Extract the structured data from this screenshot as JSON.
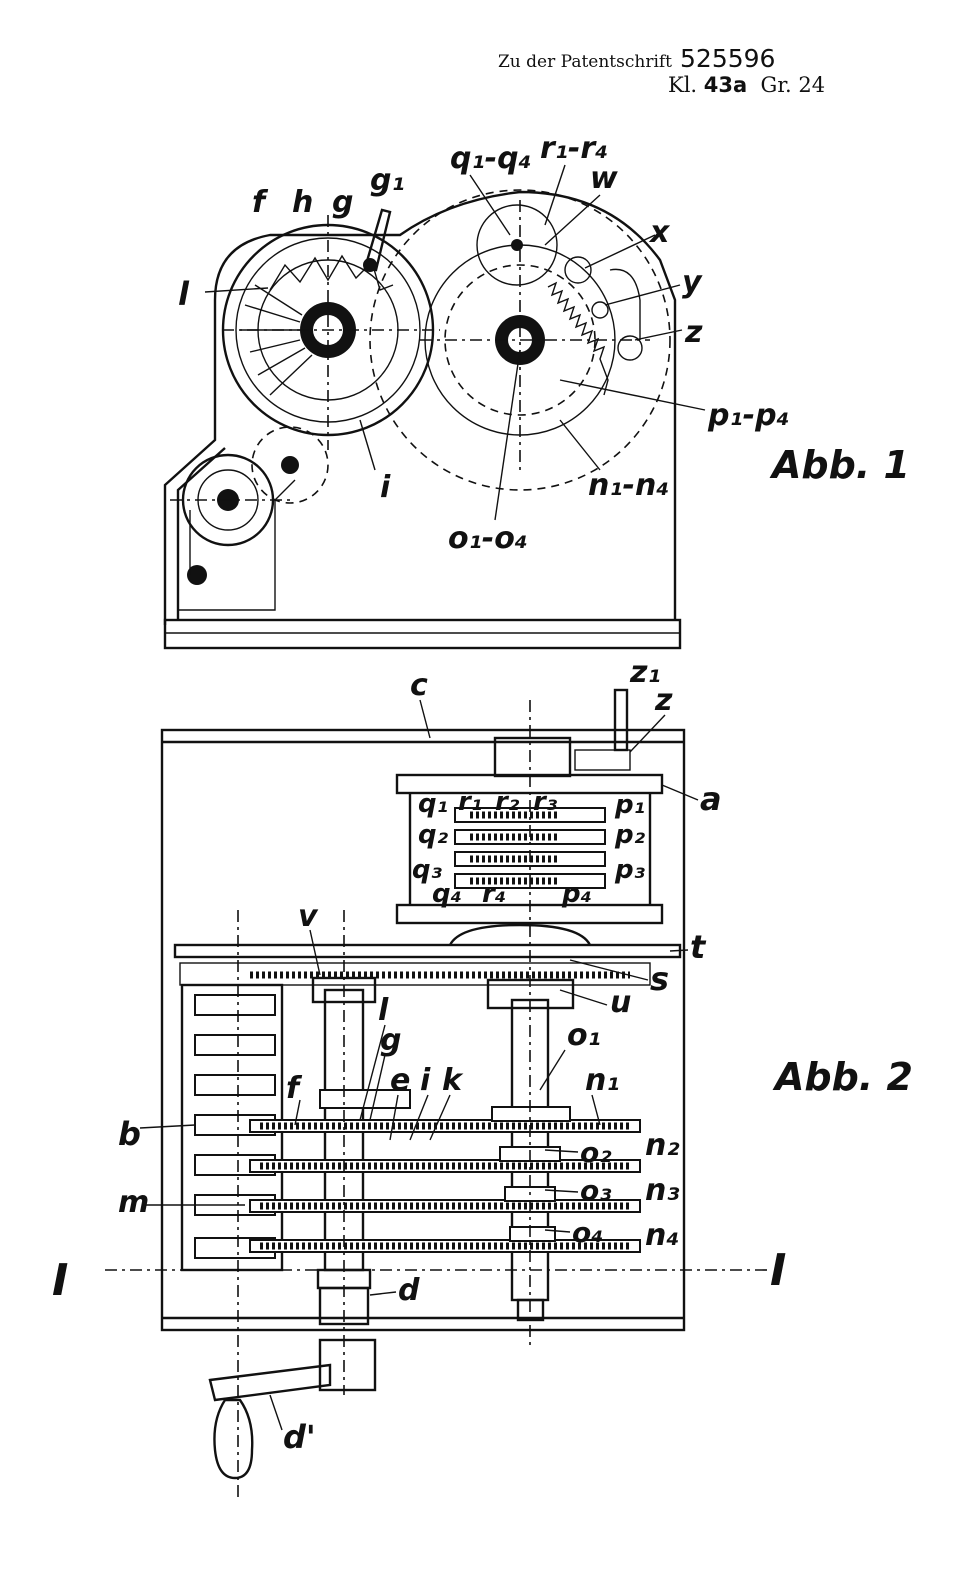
{
  "header": {
    "line1": "Zu der Patentschrift",
    "number": "525596",
    "kl_label": "Kl.",
    "kl_value": "43a",
    "gr": "Gr. 24"
  },
  "fig1": {
    "caption": "Abb. 1",
    "labels": {
      "f": "f",
      "h": "h",
      "g": "g",
      "g1": "g₁",
      "l": "l",
      "i": "i",
      "q": "q₁-q₄",
      "r": "r₁-r₄",
      "w": "w",
      "x": "x",
      "y": "y",
      "z": "z",
      "p": "p₁-p₄",
      "n": "n₁-n₄",
      "o": "o₁-o₄"
    }
  },
  "fig2": {
    "caption": "Abb. 2",
    "labels": {
      "c": "c",
      "z1": "z₁",
      "z": "z",
      "a": "a",
      "q1": "q₁",
      "r1": "r₁",
      "r2": "r₂",
      "r3": "r₃",
      "p1": "p₁",
      "q2": "q₂",
      "p2": "p₂",
      "q3": "q₃",
      "q4": "q₄",
      "r4": "r₄",
      "p4": "p₄",
      "p3": "p₃",
      "v": "v",
      "t": "t",
      "s": "s",
      "u": "u",
      "l": "l",
      "g": "g",
      "o1": "o₁",
      "f": "f",
      "e": "e",
      "i": "i",
      "k": "k",
      "n1": "n₁",
      "b": "b",
      "o2": "o₂",
      "n2": "n₂",
      "m": "m",
      "o3": "o₃",
      "n3": "n₃",
      "o4": "o₄",
      "n4": "n₄",
      "section_left": "I",
      "section_right": "I",
      "d": "d",
      "d1": "d'"
    }
  }
}
